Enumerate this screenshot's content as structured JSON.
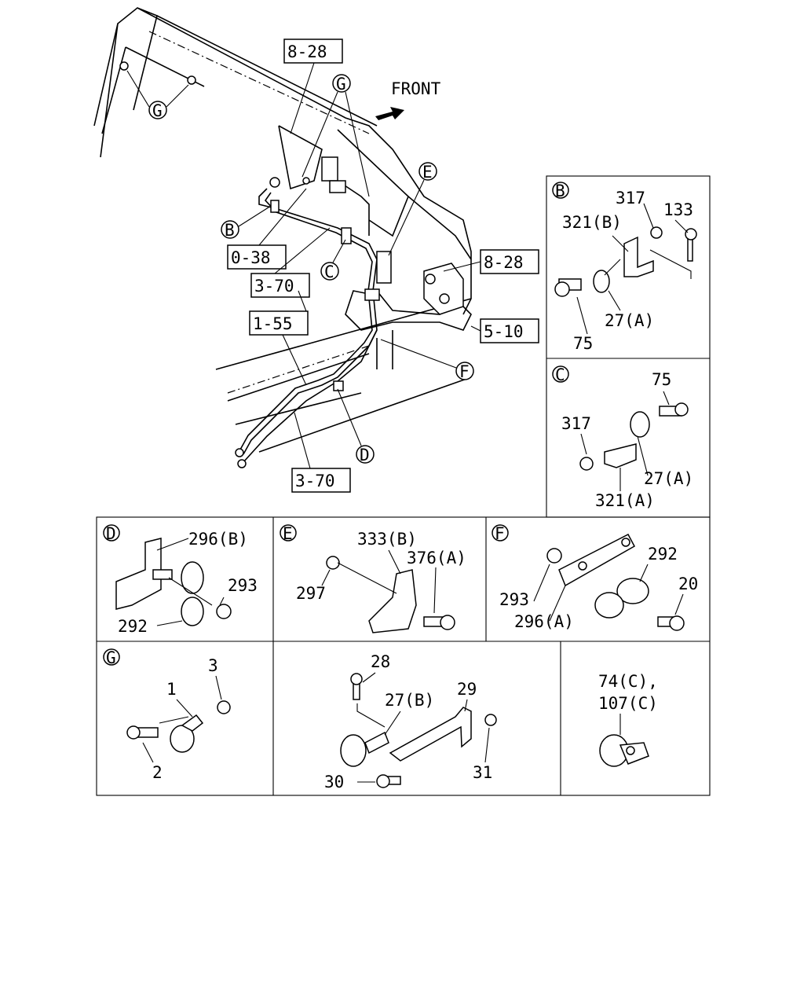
{
  "front_label": "FRONT",
  "ref_boxes": {
    "r1": "8-28",
    "r2": "0-38",
    "r3": "3-70",
    "r4": "1-55",
    "r5": "3-70",
    "r6": "8-28",
    "r7": "5-10"
  },
  "main_circle_labels": {
    "g1": "G",
    "g2": "G",
    "b": "B",
    "c": "C",
    "e": "E",
    "f": "F",
    "d": "D"
  },
  "detail_B": {
    "letter": "B",
    "labels": [
      "317",
      "133",
      "321(B)",
      "75",
      "27(A)"
    ]
  },
  "detail_C": {
    "letter": "C",
    "labels": [
      "75",
      "317",
      "27(A)",
      "321(A)"
    ]
  },
  "detail_D": {
    "letter": "D",
    "labels": [
      "296(B)",
      "293",
      "292"
    ]
  },
  "detail_E": {
    "letter": "E",
    "labels": [
      "333(B)",
      "376(A)",
      "297"
    ]
  },
  "detail_F": {
    "letter": "F",
    "labels": [
      "292",
      "293",
      "20",
      "296(A)"
    ]
  },
  "detail_G": {
    "letter": "G",
    "labels": [
      "3",
      "1",
      "2"
    ]
  },
  "detail_H": {
    "labels": [
      "28",
      "29",
      "27(B)",
      "31",
      "30"
    ]
  },
  "detail_I": {
    "labels": [
      "74(C),",
      "107(C)"
    ]
  }
}
